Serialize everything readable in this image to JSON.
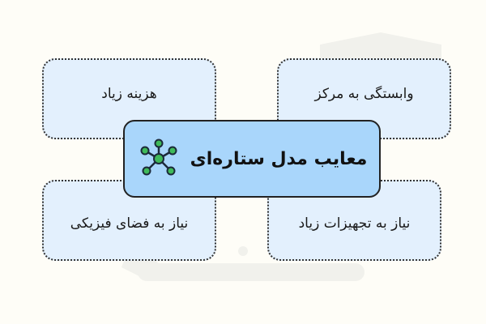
{
  "center": {
    "title": "معایب مدل ستاره‌ای",
    "icon": "star-topology-icon"
  },
  "boxes": [
    {
      "label": "هزینه زیاد"
    },
    {
      "label": "وابستگی به مرکز"
    },
    {
      "label": "نیاز به فضای فیزیکی"
    },
    {
      "label": "نیاز به تجهیزات زیاد"
    }
  ],
  "colors": {
    "background": "#fefdf7",
    "box_fill": "#e3f0fd",
    "center_fill": "#a9d6fb",
    "node_green": "#3fba5a"
  }
}
